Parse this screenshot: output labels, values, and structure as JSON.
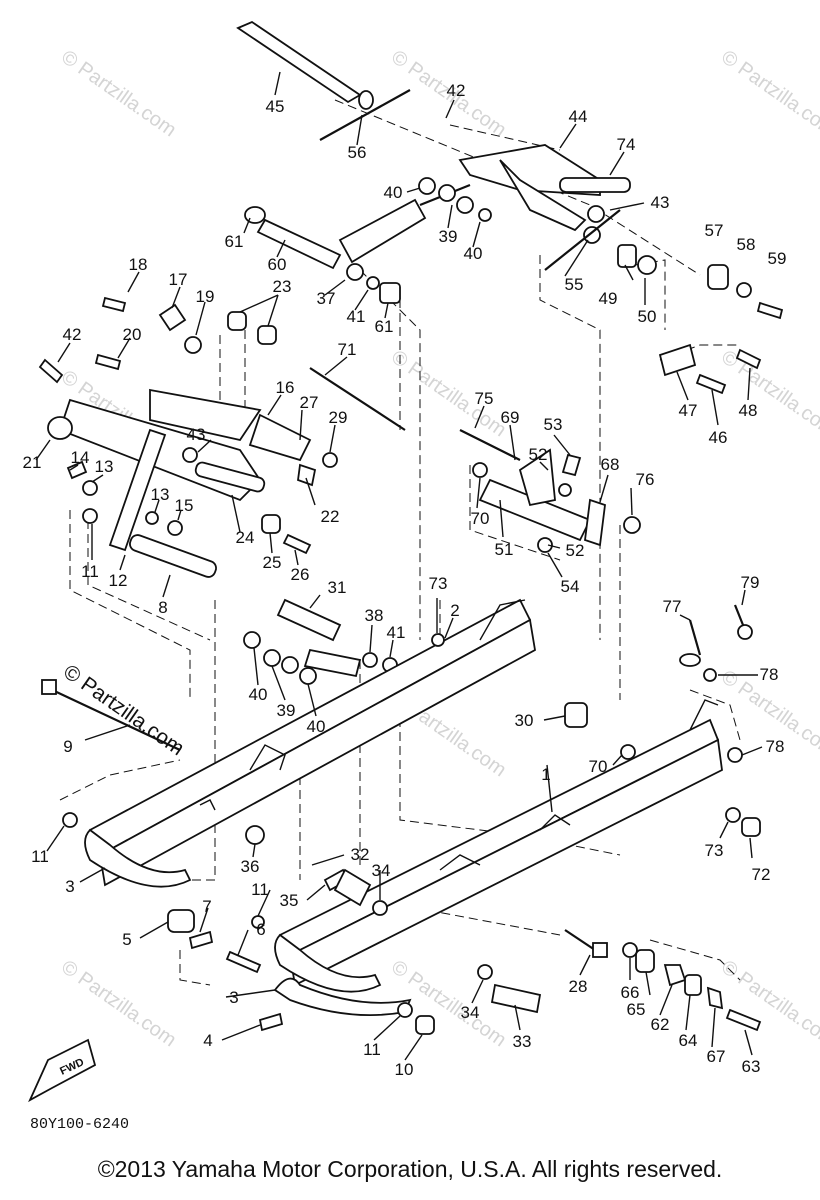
{
  "diagram_code": "80Y100-6240",
  "copyright": "©2013 Yamaha Motor Corporation, U.S.A. All rights reserved.",
  "watermark": "© Partzilla.com",
  "fwd_label": "FWD",
  "labels": [
    {
      "id": "45",
      "text": "45"
    },
    {
      "id": "56",
      "text": "56"
    },
    {
      "id": "42a",
      "text": "42"
    },
    {
      "id": "44",
      "text": "44"
    },
    {
      "id": "74",
      "text": "74"
    },
    {
      "id": "43a",
      "text": "43"
    },
    {
      "id": "40a",
      "text": "40"
    },
    {
      "id": "39a",
      "text": "39"
    },
    {
      "id": "40b",
      "text": "40"
    },
    {
      "id": "61a",
      "text": "61"
    },
    {
      "id": "60",
      "text": "60"
    },
    {
      "id": "57",
      "text": "57"
    },
    {
      "id": "58",
      "text": "58"
    },
    {
      "id": "59",
      "text": "59"
    },
    {
      "id": "55",
      "text": "55"
    },
    {
      "id": "49",
      "text": "49"
    },
    {
      "id": "50",
      "text": "50"
    },
    {
      "id": "37",
      "text": "37"
    },
    {
      "id": "41a",
      "text": "41"
    },
    {
      "id": "61b",
      "text": "61"
    },
    {
      "id": "18",
      "text": "18"
    },
    {
      "id": "17",
      "text": "17"
    },
    {
      "id": "19",
      "text": "19"
    },
    {
      "id": "23",
      "text": "23"
    },
    {
      "id": "42b",
      "text": "42"
    },
    {
      "id": "20",
      "text": "20"
    },
    {
      "id": "71",
      "text": "71"
    },
    {
      "id": "47",
      "text": "47"
    },
    {
      "id": "46",
      "text": "46"
    },
    {
      "id": "48",
      "text": "48"
    },
    {
      "id": "16",
      "text": "16"
    },
    {
      "id": "27",
      "text": "27"
    },
    {
      "id": "29",
      "text": "29"
    },
    {
      "id": "43b",
      "text": "43"
    },
    {
      "id": "75",
      "text": "75"
    },
    {
      "id": "69",
      "text": "69"
    },
    {
      "id": "53",
      "text": "53"
    },
    {
      "id": "52a",
      "text": "52"
    },
    {
      "id": "68",
      "text": "68"
    },
    {
      "id": "76",
      "text": "76"
    },
    {
      "id": "21",
      "text": "21"
    },
    {
      "id": "14",
      "text": "14"
    },
    {
      "id": "13a",
      "text": "13"
    },
    {
      "id": "13b",
      "text": "13"
    },
    {
      "id": "15",
      "text": "15"
    },
    {
      "id": "22",
      "text": "22"
    },
    {
      "id": "70a",
      "text": "70"
    },
    {
      "id": "51",
      "text": "51"
    },
    {
      "id": "52b",
      "text": "52"
    },
    {
      "id": "54",
      "text": "54"
    },
    {
      "id": "24",
      "text": "24"
    },
    {
      "id": "25",
      "text": "25"
    },
    {
      "id": "26",
      "text": "26"
    },
    {
      "id": "11a",
      "text": "11"
    },
    {
      "id": "12",
      "text": "12"
    },
    {
      "id": "8",
      "text": "8"
    },
    {
      "id": "31",
      "text": "31"
    },
    {
      "id": "73a",
      "text": "73"
    },
    {
      "id": "2",
      "text": "2"
    },
    {
      "id": "38",
      "text": "38"
    },
    {
      "id": "41b",
      "text": "41"
    },
    {
      "id": "77",
      "text": "77"
    },
    {
      "id": "79",
      "text": "79"
    },
    {
      "id": "78a",
      "text": "78"
    },
    {
      "id": "40c",
      "text": "40"
    },
    {
      "id": "39b",
      "text": "39"
    },
    {
      "id": "40d",
      "text": "40"
    },
    {
      "id": "30",
      "text": "30"
    },
    {
      "id": "9",
      "text": "9"
    },
    {
      "id": "70b",
      "text": "70"
    },
    {
      "id": "78b",
      "text": "78"
    },
    {
      "id": "1",
      "text": "1"
    },
    {
      "id": "11b",
      "text": "11"
    },
    {
      "id": "36",
      "text": "36"
    },
    {
      "id": "3a",
      "text": "3"
    },
    {
      "id": "32",
      "text": "32"
    },
    {
      "id": "73b",
      "text": "73"
    },
    {
      "id": "72",
      "text": "72"
    },
    {
      "id": "34a",
      "text": "34"
    },
    {
      "id": "11c",
      "text": "11"
    },
    {
      "id": "35",
      "text": "35"
    },
    {
      "id": "7",
      "text": "7"
    },
    {
      "id": "5",
      "text": "5"
    },
    {
      "id": "6",
      "text": "6"
    },
    {
      "id": "28",
      "text": "28"
    },
    {
      "id": "66",
      "text": "66"
    },
    {
      "id": "65",
      "text": "65"
    },
    {
      "id": "62",
      "text": "62"
    },
    {
      "id": "64",
      "text": "64"
    },
    {
      "id": "67",
      "text": "67"
    },
    {
      "id": "63",
      "text": "63"
    },
    {
      "id": "3b",
      "text": "3"
    },
    {
      "id": "34b",
      "text": "34"
    },
    {
      "id": "33",
      "text": "33"
    },
    {
      "id": "4",
      "text": "4"
    },
    {
      "id": "11d",
      "text": "11"
    },
    {
      "id": "10",
      "text": "10"
    }
  ]
}
